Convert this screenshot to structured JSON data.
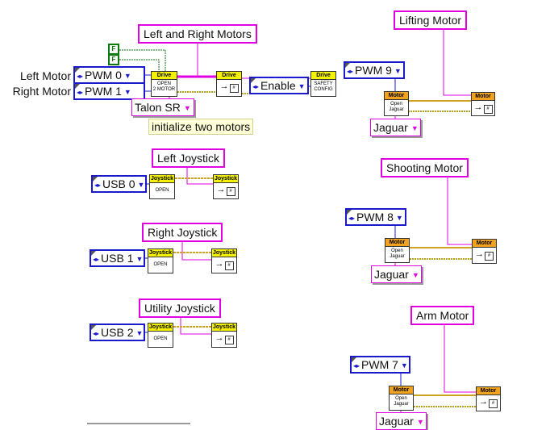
{
  "groups": {
    "drive": {
      "label": "Left and Right Motors",
      "caption_left": "Left Motor",
      "caption_right": "Right Motor",
      "pwm_left": "PWM 0",
      "pwm_right": "PWM 1",
      "motor_type": "Talon SR",
      "comment": "initialize two motors",
      "enable": "Enable",
      "bool_a": "F",
      "bool_b": "F",
      "open_vi": {
        "band": "Drive",
        "line1": "OPEN",
        "line2": "2 MOTOR"
      },
      "ref_vi": {
        "band": "Drive"
      },
      "safety_vi": {
        "band": "Drive",
        "line1": "SAFETY",
        "line2": "CONFIG"
      }
    },
    "lifting": {
      "label": "Lifting Motor",
      "pwm": "PWM 9",
      "motor_type": "Jaguar",
      "open_vi": {
        "band": "Motor",
        "line1": "Open",
        "line2": "Jaguar"
      },
      "ref_vi": {
        "band": "Motor"
      }
    },
    "left_joystick": {
      "label": "Left Joystick",
      "usb": "USB 0",
      "open_vi": {
        "band": "Joystick",
        "line1": "OPEN"
      },
      "ref_vi": {
        "band": "Joystick"
      }
    },
    "shooting": {
      "label": "Shooting Motor",
      "pwm": "PWM 8",
      "motor_type": "Jaguar",
      "open_vi": {
        "band": "Motor",
        "line1": "Open",
        "line2": "Jaguar"
      },
      "ref_vi": {
        "band": "Motor"
      }
    },
    "right_joystick": {
      "label": "Right Joystick",
      "usb": "USB 1",
      "open_vi": {
        "band": "Joystick",
        "line1": "OPEN"
      },
      "ref_vi": {
        "band": "Joystick"
      }
    },
    "utility_joystick": {
      "label": "Utility Joystick",
      "usb": "USB 2",
      "open_vi": {
        "band": "Joystick",
        "line1": "OPEN"
      },
      "ref_vi": {
        "band": "Joystick"
      }
    },
    "arm": {
      "label": "Arm Motor",
      "pwm": "PWM 7",
      "motor_type": "Jaguar",
      "open_vi": {
        "band": "Motor",
        "line1": "Open",
        "line2": "Jaguar"
      },
      "ref_vi": {
        "band": "Motor"
      }
    }
  },
  "icons": {
    "increment": "increment-arrows-icon",
    "dropdown": "dropdown-arrow-icon",
    "ref_symbol": "refnum-arrow-icon"
  },
  "colors": {
    "label_border": "#e100e1",
    "control_border": "#1a1acc",
    "refnum_wire": "#d0a020",
    "error_wire": "#b8a020",
    "ref_wire": "#e100e1",
    "drive_band": "#f5f200",
    "motor_band": "#f1a21e",
    "comment_bg": "#ffffd8",
    "bool_green": "#0b7a0b"
  }
}
